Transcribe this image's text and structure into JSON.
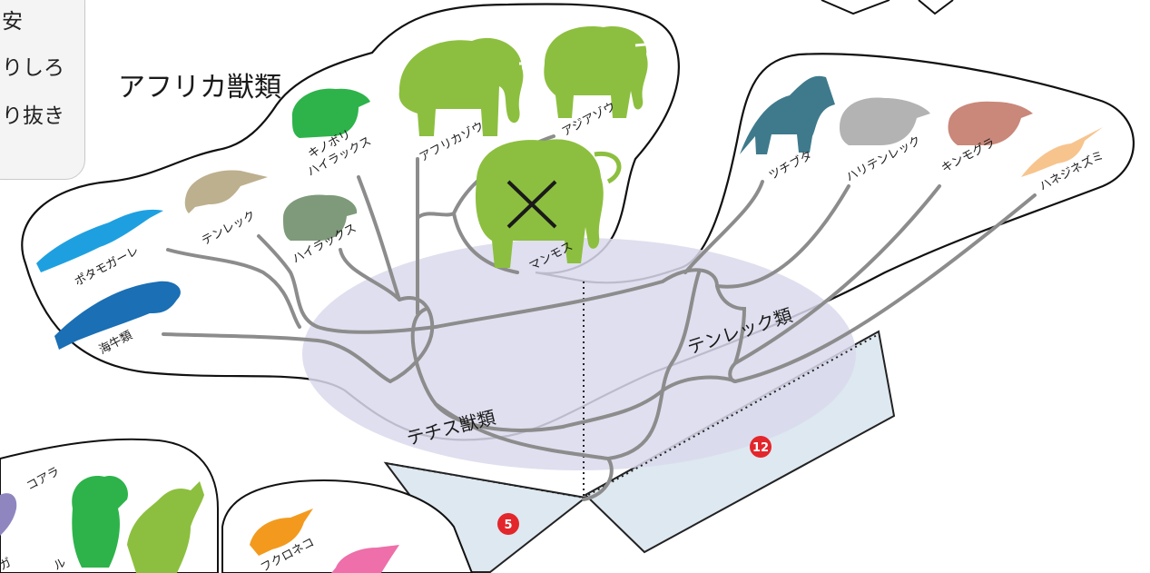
{
  "legend": {
    "line1": "安",
    "line2": "りしろ",
    "line3": "り抜き"
  },
  "group_labels": {
    "afrotheria": "アフリカ獣類",
    "tethytheria": "テチス獣類",
    "tenrec_group": "テンレック類"
  },
  "animals": {
    "african_elephant": "アフリカゾウ",
    "asian_elephant": "アジアゾウ",
    "mammoth": "マンモス",
    "tree_hyrax": "キノボリ\nハイラックス",
    "hyrax": "ハイラックス",
    "tenrec": "テンレック",
    "potamogale": "ポタモガーレ",
    "sirenia": "海牛類",
    "aardvark": "ツチブタ",
    "hedgehog_tenrec": "ハリテンレック",
    "golden_mole": "キンモグラ",
    "elephant_shrew": "ハネジネズミ",
    "koala": "コアラ",
    "quoll": "フクロネコ",
    "partial_left_1": "ガ",
    "partial_left_2": "ル"
  },
  "markers": {
    "glue_tab_a": "5",
    "glue_tab_b": "12"
  },
  "colors": {
    "elephant_green": "#8cbf3f",
    "hyrax_green": "#2db34a",
    "hyrax_grey": "#7e9a7a",
    "tenrec_tan": "#bdb08e",
    "potamogale_blue": "#1ea0e0",
    "sirenia_blue": "#1a6fb5",
    "aardvark_teal": "#3e7a8c",
    "hedgehog_grey": "#b3b3b3",
    "golden_mole_rose": "#c9887a",
    "shrew_peach": "#f7c48e",
    "koala_green": "#2db34a",
    "kangaroo_green": "#8cbf3f",
    "quoll_orange": "#f39a1e",
    "pink_animal": "#ee6fa9",
    "purple_animal": "#8f86c0",
    "tree_line": "#8c8c8c",
    "tethys_ellipse": "#d9d9ec",
    "tab_fill": "#dde8f0",
    "marker_red": "#e3262b"
  }
}
